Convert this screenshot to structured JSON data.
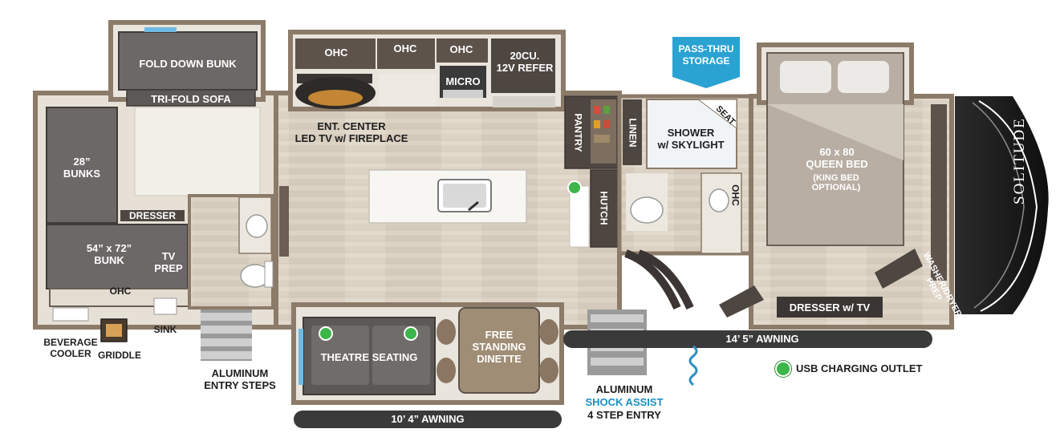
{
  "storage_callout": "PASS-THRU\nSTORAGE",
  "brand": "SOLITUDE",
  "colors": {
    "wall": "#8c7b69",
    "wall_dark": "#5a4f44",
    "floor": "#d9d0c2",
    "cabinet": "#6a5e55",
    "furniture": "#6b6867",
    "usb_green": "#3cb54a",
    "callout_blue": "#2aa3d3",
    "awning": "#3a3a3a"
  },
  "labels": {
    "fold_down_bunk": "FOLD DOWN BUNK",
    "tri_fold_sofa": "TRI-FOLD SOFA",
    "bunks_28": "28”\nBUNKS",
    "dresser": "DRESSER",
    "bunk_54x72": "54” x 72”\nBUNK",
    "tv_prep": "TV\nPREP",
    "ohc_bunk": "OHC",
    "beverage_cooler": "BEVERAGE\nCOOLER",
    "griddle": "GRIDDLE",
    "sink": "SINK",
    "aluminum_entry_steps": "ALUMINUM\nENTRY STEPS",
    "ohc_1": "OHC",
    "ohc_2": "OHC",
    "ohc_3": "OHC",
    "micro": "MICRO",
    "refer": "20CU.\n12V REFER",
    "ent_center": "ENT. CENTER\nLED TV w/ FIREPLACE",
    "pantry": "PANTRY",
    "hutch": "HUTCH",
    "linen": "LINEN",
    "shower": "SHOWER\nw/ SKYLIGHT",
    "seat": "SEAT",
    "ohc_bath": "OHC",
    "queen_bed": "60 x 80\nQUEEN BED",
    "king_bed": "(KING BED\nOPTIONAL)",
    "washer_dryer": "WASHER/DRYER\nPREP",
    "dresser_tv": "DRESSER w/ TV",
    "theatre_seating": "THEATRE SEATING",
    "free_standing_dinette": "FREE\nSTANDING\nDINETTE",
    "aluminum_shock": "ALUMINUM",
    "shock_assist": "SHOCK ASSIST",
    "four_step_entry": "4 STEP ENTRY",
    "usb_legend": "USB CHARGING OUTLET"
  },
  "awnings": {
    "rear": "10’ 4” AWNING",
    "front": "14’ 5” AWNING"
  }
}
